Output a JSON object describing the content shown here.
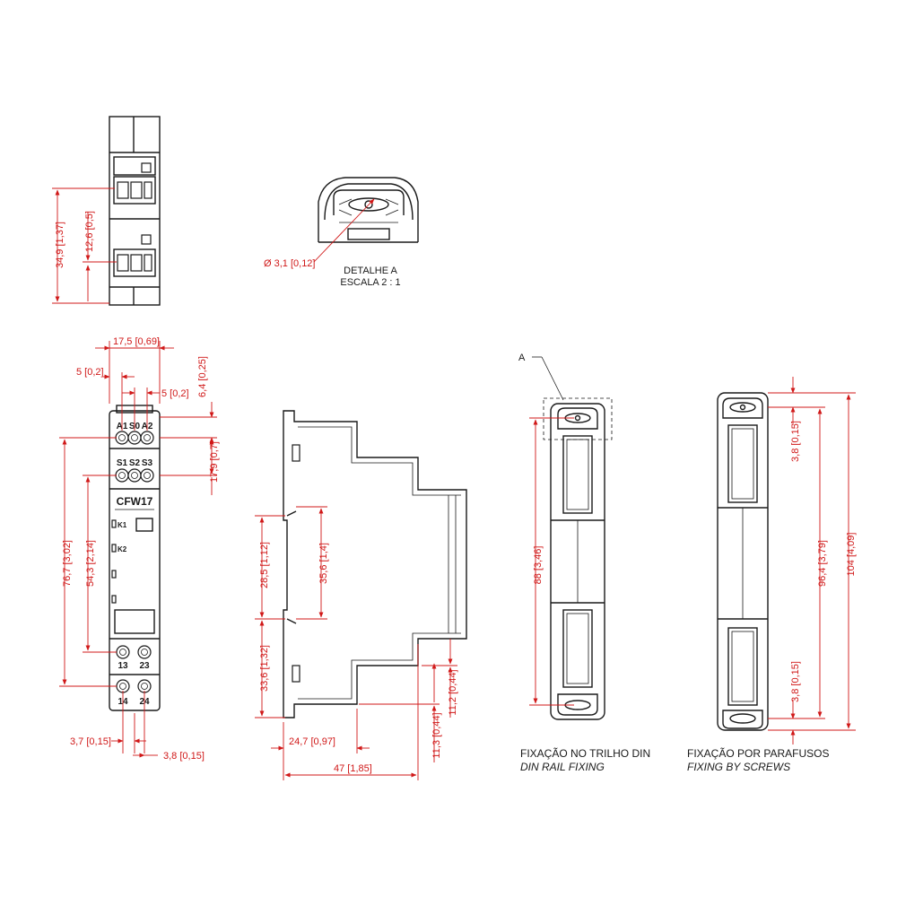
{
  "colors": {
    "outline": "#1a1a1a",
    "dimension": "#d01818"
  },
  "top_view": {
    "dims": {
      "height": "34,9 [1,37]",
      "terminal_pitch": "12,6 [0,5]"
    }
  },
  "detail": {
    "hole": "Ø 3,1 [0,12]",
    "title": "DETALHE A",
    "scale": "ESCALA 2 : 1"
  },
  "front_view": {
    "brand": "CFW17",
    "terminals_top1": [
      "A1",
      "S0",
      "A2"
    ],
    "terminals_top2": [
      "S1",
      "S2",
      "S3"
    ],
    "terminals_bot1": [
      "13",
      "23"
    ],
    "terminals_bot2": [
      "14",
      "24"
    ],
    "leds": [
      "K1",
      "K2"
    ],
    "dims": {
      "width": "17,5 [0,69]",
      "left_offset": "5 [0,2]",
      "right_offset": "5 [0,2]",
      "top_offset": "6,4 [0,25]",
      "row_gap": "17,9 [0,7]",
      "terminal_span": "76,7 [3,02]",
      "inner_span": "54,3 [2,14]",
      "bottom_left": "3,7 [0,15]",
      "bottom_right": "3,8 [0,15]"
    }
  },
  "side_view": {
    "dims": {
      "upper_clip": "28,5 [1,12]",
      "rail": "35,6 [1,4]",
      "lower": "33,6 [1,32]",
      "step": "24,7 [0,97]",
      "depth": "47 [1,85]",
      "low_a": "11,3 [0,44]",
      "low_b": "11,2 [0,44]"
    }
  },
  "din_view": {
    "callout": "A",
    "height": "88 [3,46]",
    "title": "FIXAÇÃO NO TRILHO DIN",
    "subtitle": "DIN RAIL FIXING"
  },
  "screw_view": {
    "top": "3,8 [0,15]",
    "mid": "96,4 [3,79]",
    "total": "104 [4,09]",
    "bottom": "3,8 [0,15]",
    "title": "FIXAÇÃO POR PARAFUSOS",
    "subtitle": "FIXING BY SCREWS"
  }
}
